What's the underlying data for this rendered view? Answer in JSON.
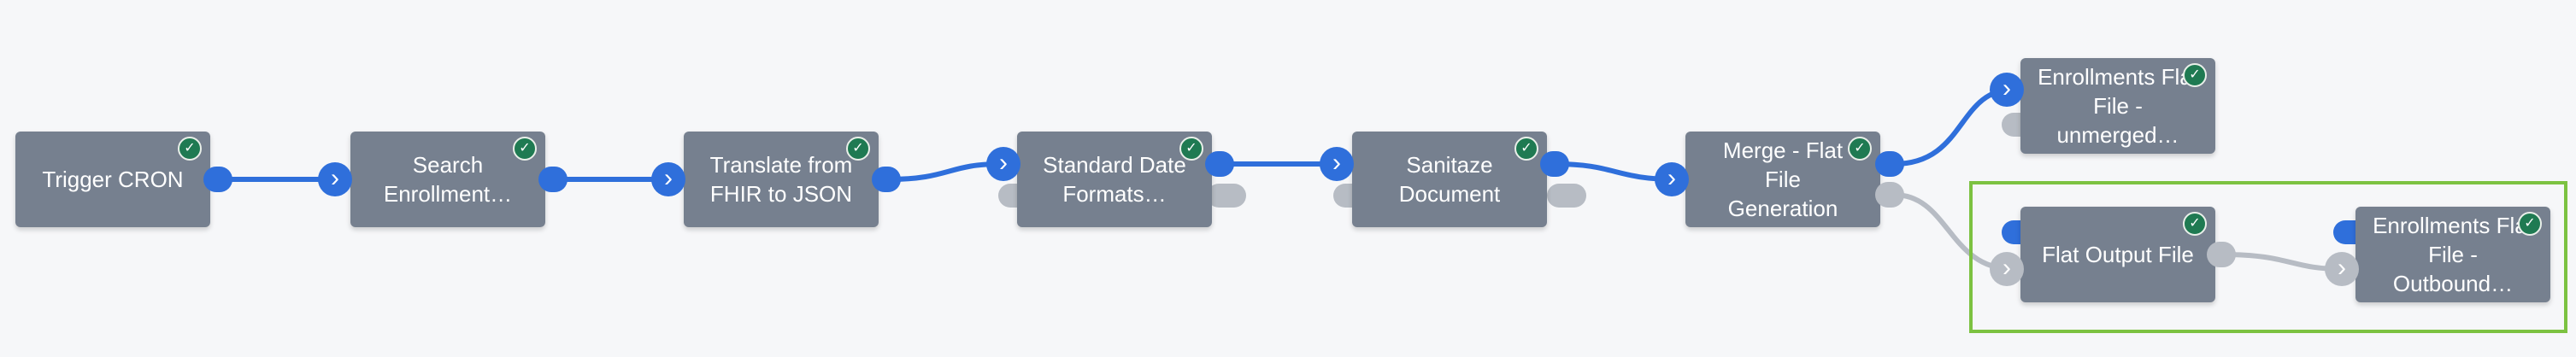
{
  "nodes": [
    {
      "id": "trigger",
      "label": "Trigger CRON",
      "status_icon": "check-circle-icon"
    },
    {
      "id": "search",
      "label": "Search\nEnrollment…",
      "status_icon": "check-circle-icon"
    },
    {
      "id": "translate",
      "label": "Translate from\nFHIR to JSON",
      "status_icon": "check-circle-icon"
    },
    {
      "id": "standard",
      "label": "Standard Date\nFormats…",
      "status_icon": "check-circle-icon"
    },
    {
      "id": "sanitaze",
      "label": "Sanitaze\nDocument",
      "status_icon": "check-circle-icon"
    },
    {
      "id": "merge",
      "label": "Merge - Flat File\nGeneration",
      "status_icon": "check-circle-icon"
    },
    {
      "id": "unmerged",
      "label": "Enrollments Flat\nFile - unmerged…",
      "status_icon": "check-circle-icon"
    },
    {
      "id": "flatout",
      "label": "Flat Output File",
      "status_icon": "check-circle-icon"
    },
    {
      "id": "outbound",
      "label": "Enrollments Flat\nFile - Outbound…",
      "status_icon": "check-circle-icon"
    }
  ],
  "icons": {
    "status": "✓",
    "input_port": "›"
  },
  "colors": {
    "node_bg": "#76808f",
    "wire_active": "#2f6fdb",
    "wire_inactive": "#b7bcc4",
    "status_ok": "#1f7a52",
    "group_border": "#7cc241",
    "canvas_bg": "#f6f7f9"
  }
}
